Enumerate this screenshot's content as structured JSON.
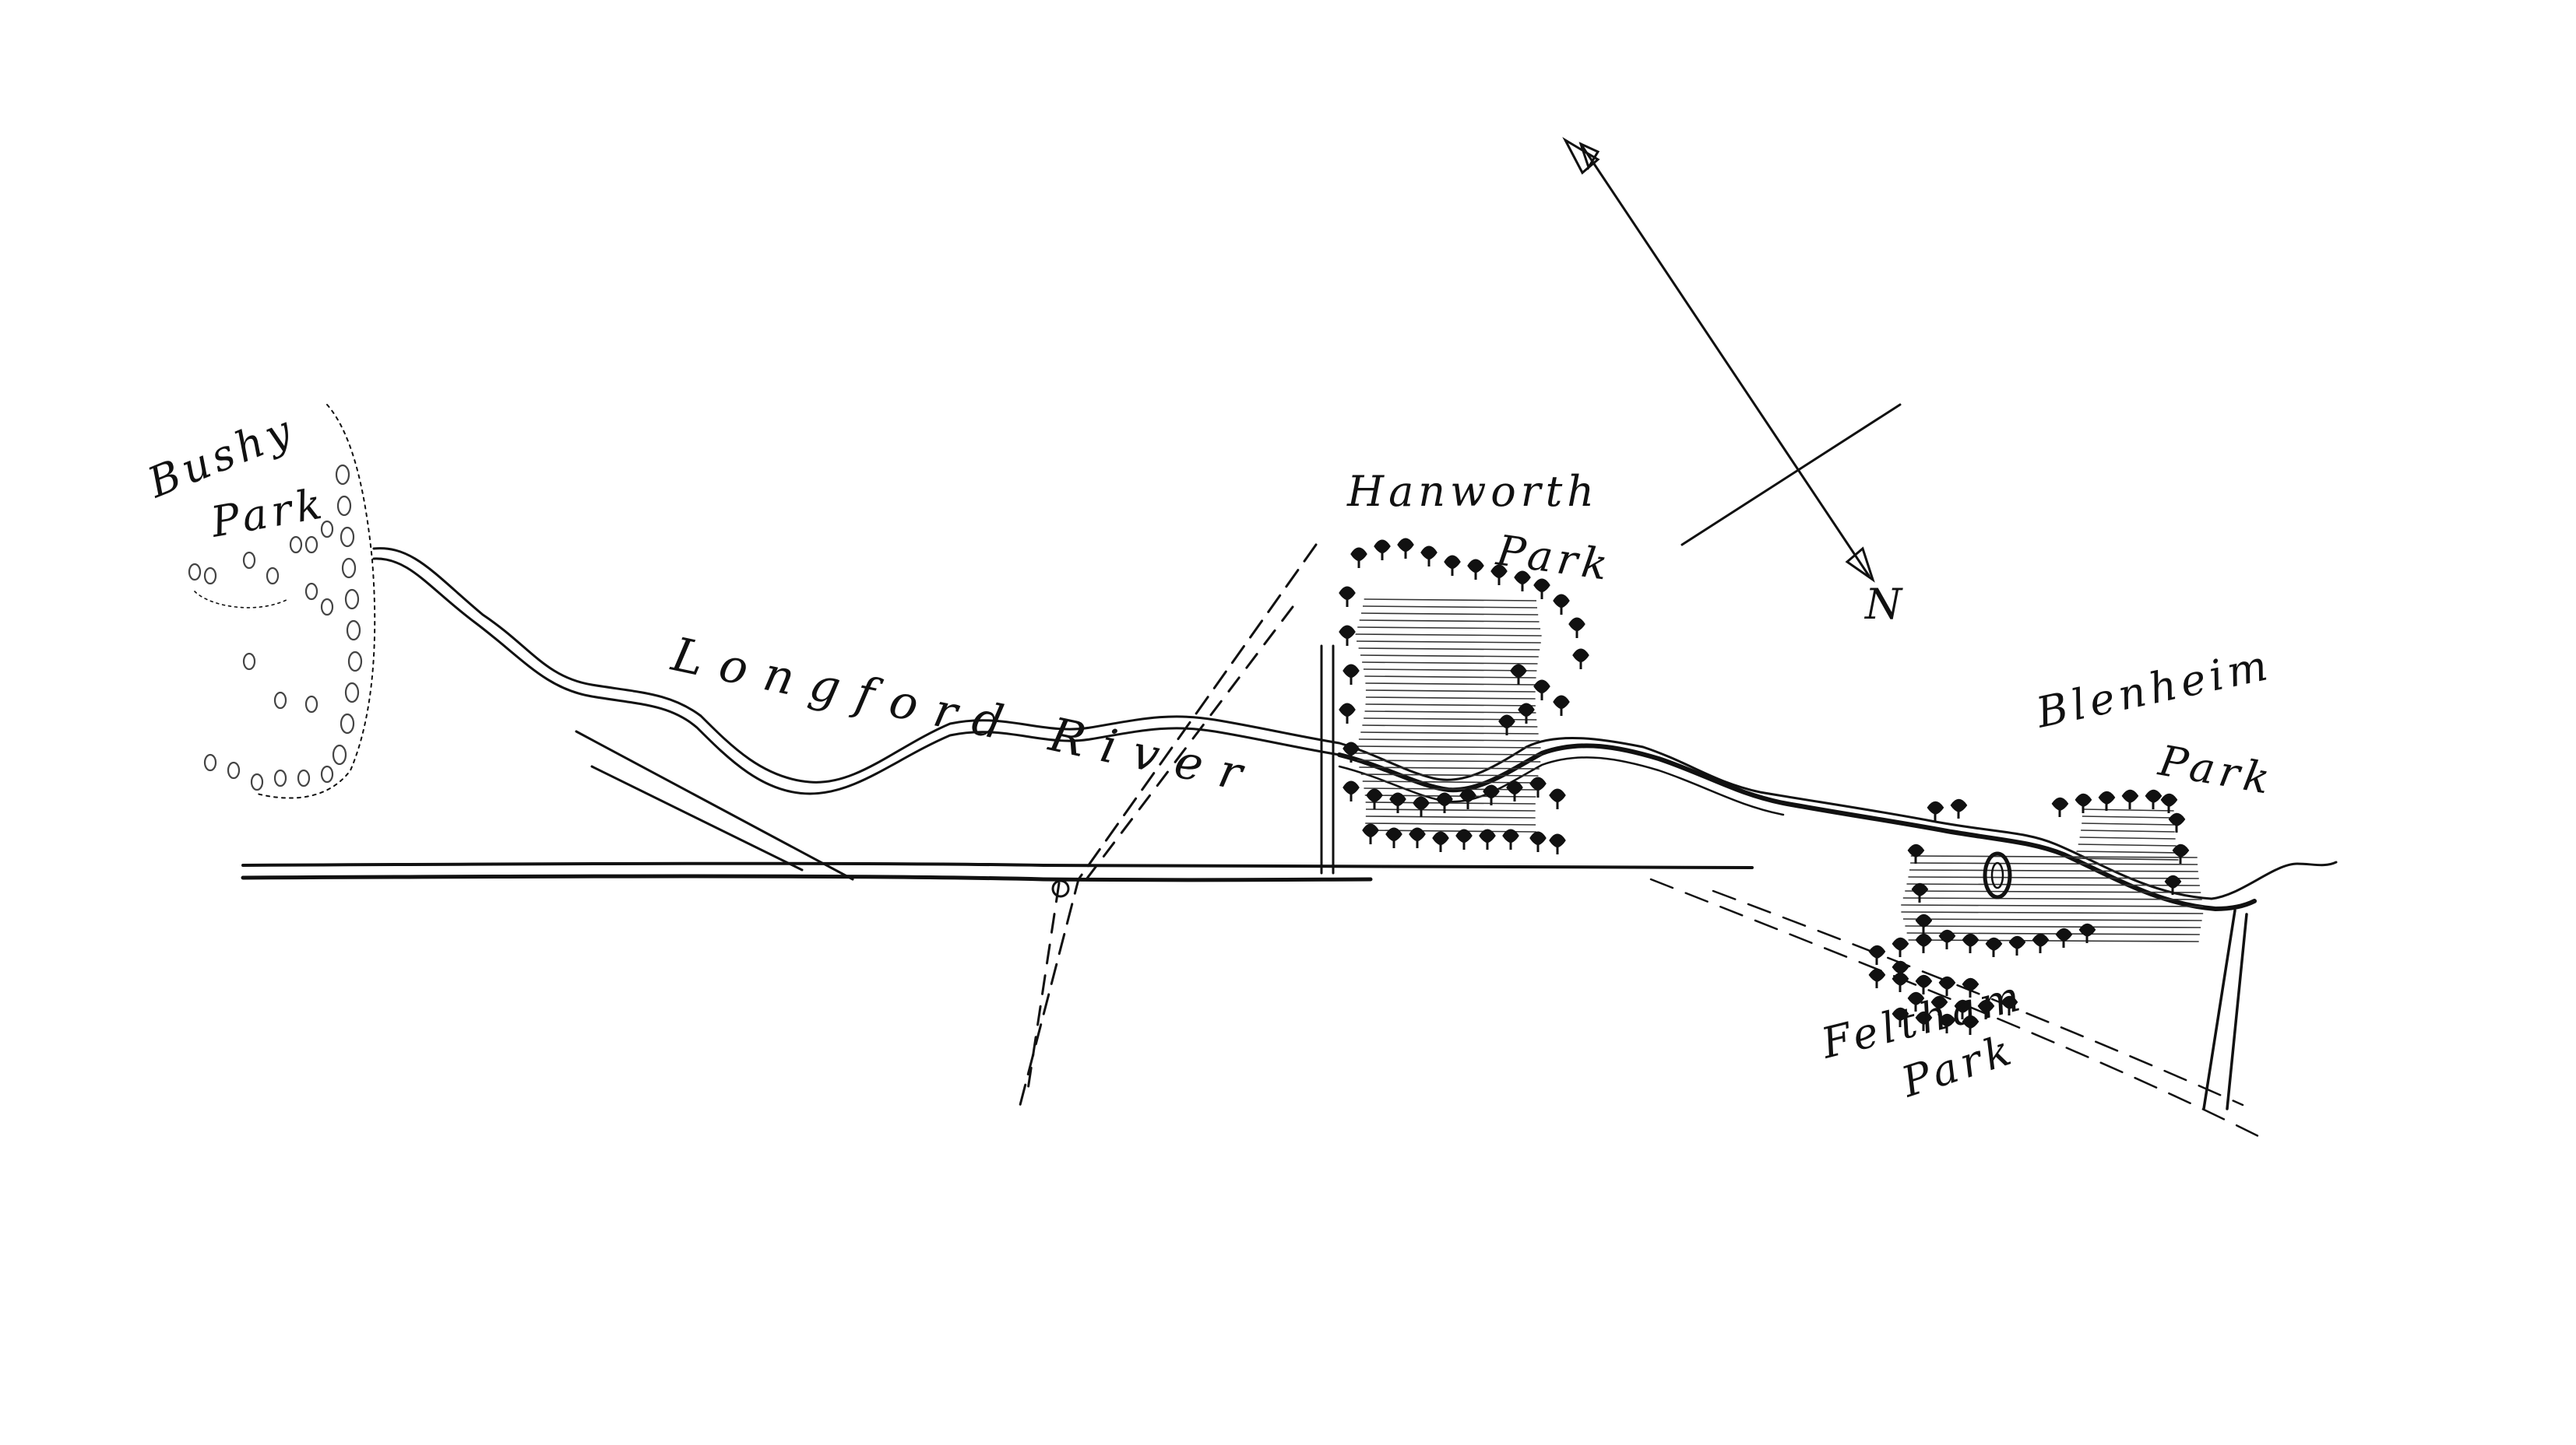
{
  "map": {
    "labels": {
      "bushy_park": [
        "Bushy",
        "Park"
      ],
      "longford_river": "Longford River",
      "hanworth_park": [
        "Hanworth",
        "Park"
      ],
      "blenheim_park": [
        "Blenheim",
        "Park"
      ],
      "feltham_park": [
        "Feltham",
        "Park"
      ],
      "north": "N"
    },
    "ink_color": "#111111",
    "paper_color": "#ffffff",
    "icons": [
      "north-arrow-icon",
      "tree-icon",
      "pond-icon"
    ]
  }
}
